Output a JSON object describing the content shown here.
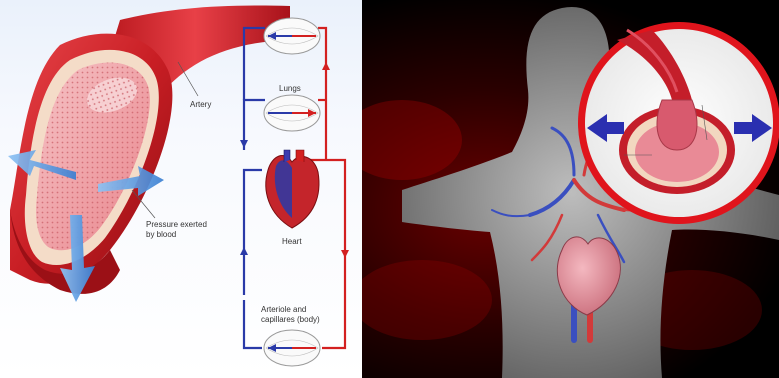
{
  "diagram": {
    "labels": {
      "artery": "Artery",
      "pressure_line1": "Pressure exerted",
      "pressure_line2": "by blood",
      "lungs": "Lungs",
      "heart": "Heart",
      "arteriole_line1": "Arteriole and",
      "arteriole_line2": "capillares (body)"
    },
    "colors": {
      "artery_red": "#c81e24",
      "artery_inner_pink": "#f0a0a6",
      "arrow_blue": "#4a90d8",
      "oxygenated": "#d32020",
      "deoxygenated": "#2a3aa8",
      "inset_ring": "#e0141c"
    },
    "icons": [
      "pressure-arrow-icon",
      "circulation-arrow-icon",
      "expansion-arrow-icon"
    ]
  }
}
